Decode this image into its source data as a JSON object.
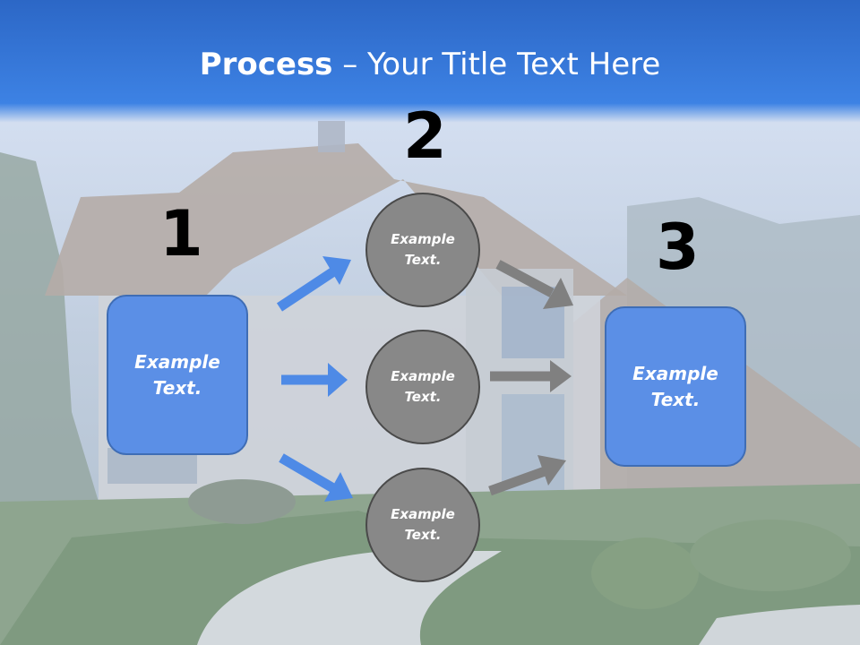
{
  "title": {
    "bold": "Process",
    "rest": " – Your Title Text Here"
  },
  "step1": {
    "number": "1",
    "text": "Example Text."
  },
  "step2": {
    "number": "2",
    "circles": [
      "Example Text.",
      "Example Text.",
      "Example Text."
    ]
  },
  "step3": {
    "number": "3",
    "text": "Example Text."
  },
  "colors": {
    "box": "#5b8fe6",
    "circle": "#888888",
    "arrow_in": "#4e8ae6",
    "arrow_out": "#808080"
  }
}
